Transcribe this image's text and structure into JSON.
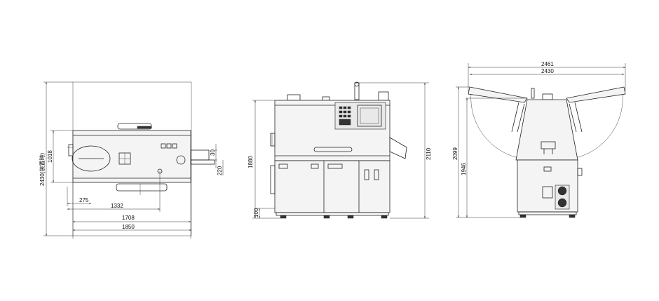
{
  "views": {
    "top": {
      "dims": {
        "depth_overall": "2430(装置時)",
        "depth_body": "1018",
        "offset_30": "30",
        "offset_220": "220",
        "width_275": "275",
        "width_1332": "1332",
        "width_1708": "1708",
        "width_1850": "1850"
      }
    },
    "front": {
      "dims": {
        "height_body": "1880",
        "height_overall": "2110",
        "foot_height": "100"
      }
    },
    "side": {
      "dims": {
        "width_overall": "2461",
        "width_arms": "2430",
        "height_arms": "2099",
        "height_body": "1946"
      }
    }
  }
}
